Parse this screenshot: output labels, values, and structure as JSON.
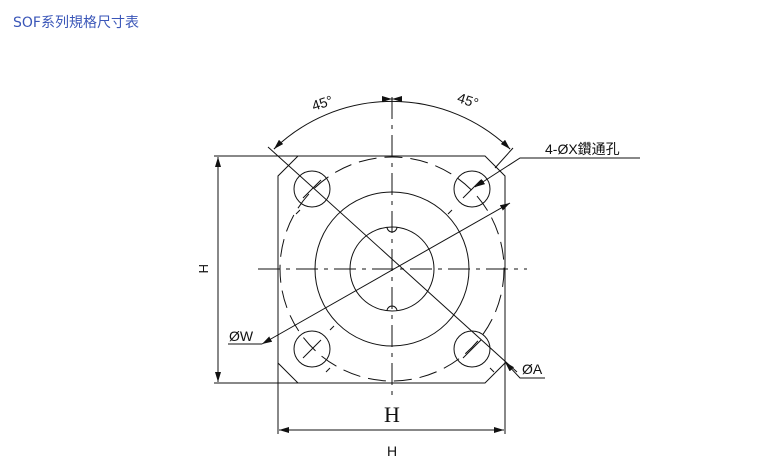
{
  "title": "SOF系列規格尺寸表",
  "diagram": {
    "angle_left": "45°",
    "angle_right": "45°",
    "hole_label": "4-ØX鑽通孔",
    "w_label": "ØW",
    "a_label": "ØA",
    "h_left": "H",
    "h_bottom_large": "H",
    "h_bottom_small": "H"
  }
}
